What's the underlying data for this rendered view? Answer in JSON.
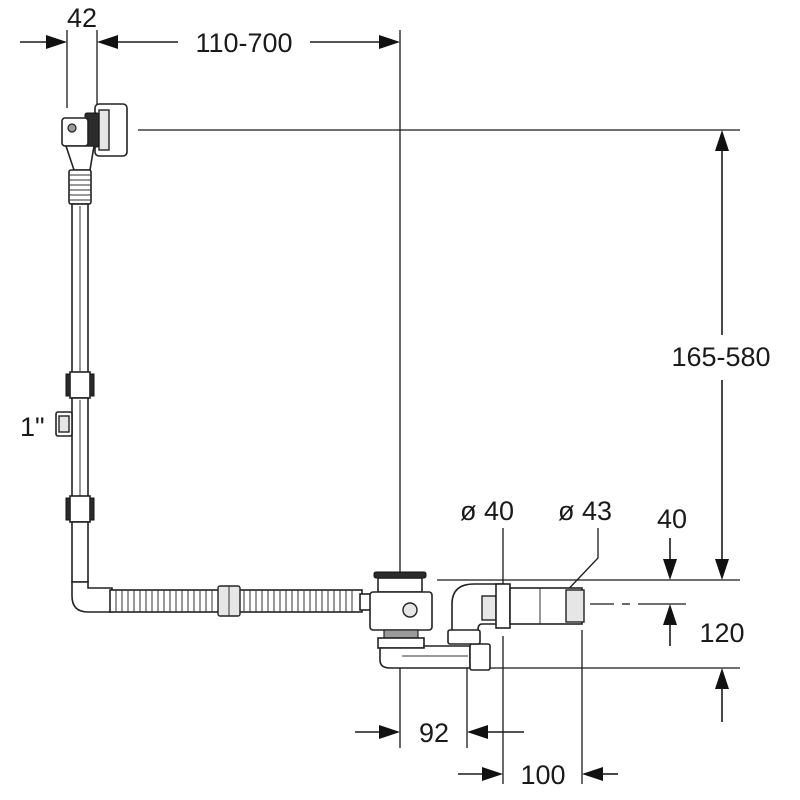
{
  "dimensions": {
    "top_left_width": "42",
    "top_length_range": "110-700",
    "height_range": "165-580",
    "thread_size": "1\"",
    "diameter_outlet": "ø 40",
    "diameter_sleeve": "ø 43",
    "right_offset": "40",
    "outlet_height": "120",
    "trap_offset": "92",
    "outlet_length": "100"
  },
  "colors": {
    "line": "#1a1a1a",
    "part_fill": "#e6e6e6"
  }
}
